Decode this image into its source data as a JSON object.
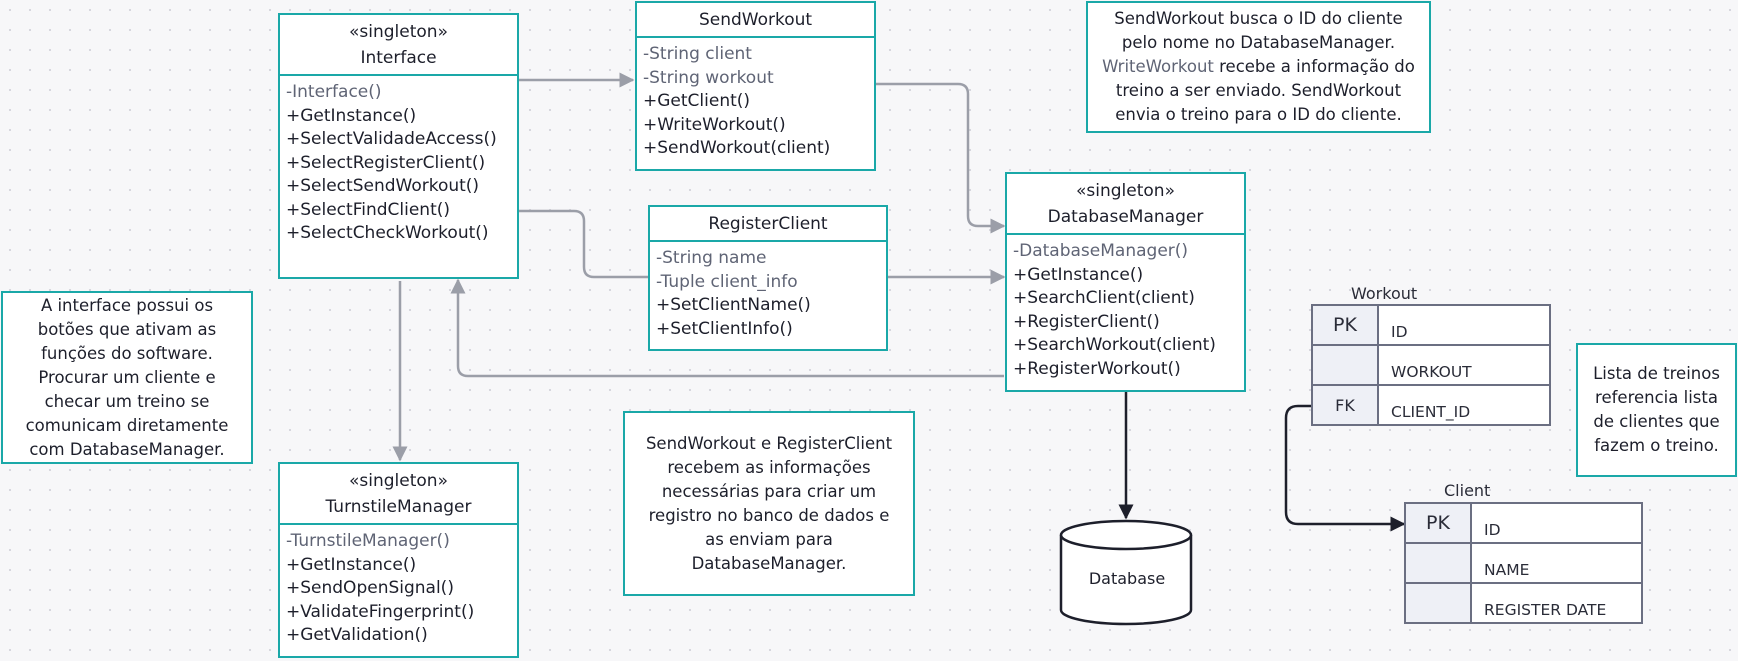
{
  "classes": {
    "interface": {
      "stereotype": "«singleton»",
      "name": "Interface",
      "members": [
        "-Interface()",
        "+GetInstance()",
        "+SelectValidadeAccess()",
        "+SelectRegisterClient()",
        "+SelectSendWorkout()",
        "+SelectFindClient()",
        "+SelectCheckWorkout()"
      ]
    },
    "send_workout": {
      "name": "SendWorkout",
      "members": [
        "-String client",
        "-String workout",
        "+GetClient()",
        "+WriteWorkout()",
        "+SendWorkout(client)"
      ]
    },
    "register_client": {
      "name": "RegisterClient",
      "members": [
        "-String name",
        "-Tuple client_info",
        "+SetClientName()",
        "+SetClientInfo()"
      ]
    },
    "database_manager": {
      "stereotype": "«singleton»",
      "name": "DatabaseManager",
      "members": [
        "-DatabaseManager()",
        "+GetInstance()",
        "+SearchClient(client)",
        "+RegisterClient()",
        "+SearchWorkout(client)",
        "+RegisterWorkout()"
      ]
    },
    "turnstile_manager": {
      "stereotype": "«singleton»",
      "name": "TurnstileManager",
      "members": [
        "-TurnstileManager()",
        "+GetInstance()",
        "+SendOpenSignal()",
        "+ValidateFingerprint()",
        "+GetValidation()"
      ]
    }
  },
  "notes": {
    "send_workout_note": {
      "part1": "SendWorkout busca o ID do cliente pelo nome no DatabaseManager.",
      "part2": "WriteWorkout",
      "part3": "recebe a informação do treino a ser enviado. SendWorkout envia o treino para o ID do cliente."
    },
    "interface_note": "A interface possui os botões que ativam as funções do software. Procurar um cliente e checar um treino se comunicam diretamente com DatabaseManager.",
    "register_note": "SendWorkout e RegisterClient recebem as informações necessárias para criar um registro no banco de dados e as enviam para DatabaseManager.",
    "workout_list_note": "Lista de treinos referencia lista de clientes que fazem o treino."
  },
  "database": {
    "label": "Database"
  },
  "tables": {
    "workout": {
      "title": "Workout",
      "rows": [
        {
          "key": "PK",
          "field": "ID"
        },
        {
          "key": "",
          "field": "WORKOUT"
        },
        {
          "key": "FK",
          "field": "CLIENT_ID"
        }
      ]
    },
    "client": {
      "title": "Client",
      "rows": [
        {
          "key": "PK",
          "field": "ID"
        },
        {
          "key": "",
          "field": "NAME"
        },
        {
          "key": "",
          "field": "REGISTER DATE"
        }
      ]
    }
  },
  "colors": {
    "class_border": "#1aa8a8",
    "connector": "#9b9ea8",
    "table_border": "#6b6f82",
    "dark_arrow": "#1d1f2b"
  }
}
